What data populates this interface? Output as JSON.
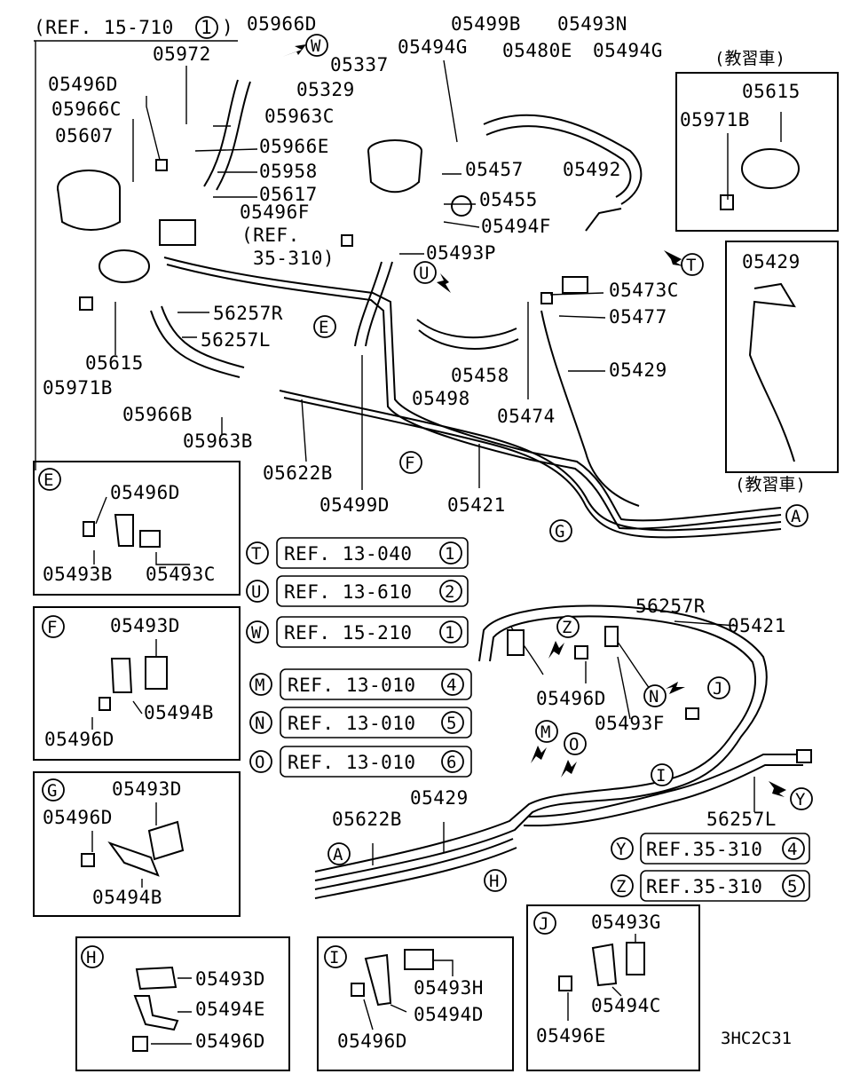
{
  "diagram_code": "3HC2C31",
  "header_ref": {
    "text": "(REF. 15-710",
    "num": "1",
    "close": ")"
  },
  "note_jp": "(教習車)",
  "main_labels": [
    {
      "id": "p05966D_top",
      "text": "05966D"
    },
    {
      "id": "p05972",
      "text": "05972"
    },
    {
      "id": "p05496D_top",
      "text": "05496D"
    },
    {
      "id": "p05966C",
      "text": "05966C"
    },
    {
      "id": "p05607",
      "text": "05607"
    },
    {
      "id": "p05963C",
      "text": "05963C"
    },
    {
      "id": "p05966E",
      "text": "05966E"
    },
    {
      "id": "p05958",
      "text": "05958"
    },
    {
      "id": "p05617",
      "text": "05617"
    },
    {
      "id": "p05496F",
      "text": "05496F"
    },
    {
      "id": "p_ref35310_a",
      "text": "(REF."
    },
    {
      "id": "p_ref35310_b",
      "text": "35-310)"
    },
    {
      "id": "p05337",
      "text": "05337"
    },
    {
      "id": "p05329",
      "text": "05329"
    },
    {
      "id": "p05494G_a",
      "text": "05494G"
    },
    {
      "id": "p05499B",
      "text": "05499B"
    },
    {
      "id": "p05493N",
      "text": "05493N"
    },
    {
      "id": "p05480E",
      "text": "05480E"
    },
    {
      "id": "p05494G_b",
      "text": "05494G"
    },
    {
      "id": "p05457",
      "text": "05457"
    },
    {
      "id": "p05455",
      "text": "05455"
    },
    {
      "id": "p05494F",
      "text": "05494F"
    },
    {
      "id": "p05493P",
      "text": "05493P"
    },
    {
      "id": "p05492",
      "text": "05492"
    },
    {
      "id": "p05473C",
      "text": "05473C"
    },
    {
      "id": "p05477",
      "text": "05477"
    },
    {
      "id": "p05429_main",
      "text": "05429"
    },
    {
      "id": "p56257R_top",
      "text": "56257R"
    },
    {
      "id": "p56257L_top",
      "text": "56257L"
    },
    {
      "id": "p05615_left",
      "text": "05615"
    },
    {
      "id": "p05971B_left",
      "text": "05971B"
    },
    {
      "id": "p05966B",
      "text": "05966B"
    },
    {
      "id": "p05963B",
      "text": "05963B"
    },
    {
      "id": "p05622B_top",
      "text": "05622B"
    },
    {
      "id": "p05499D",
      "text": "05499D"
    },
    {
      "id": "p05421_top",
      "text": "05421"
    },
    {
      "id": "p05458",
      "text": "05458"
    },
    {
      "id": "p05498",
      "text": "05498"
    },
    {
      "id": "p05474",
      "text": "05474"
    },
    {
      "id": "p05615_right",
      "text": "05615"
    },
    {
      "id": "p05971B_right",
      "text": "05971B"
    },
    {
      "id": "p05429_right",
      "text": "05429"
    },
    {
      "id": "p56257R_low",
      "text": "56257R"
    },
    {
      "id": "p05421_low",
      "text": "05421"
    },
    {
      "id": "p05496D_low",
      "text": "05496D"
    },
    {
      "id": "p05493F",
      "text": "05493F"
    },
    {
      "id": "p05429_low",
      "text": "05429"
    },
    {
      "id": "p05622B_low",
      "text": "05622B"
    },
    {
      "id": "p56257L_low",
      "text": "56257L"
    }
  ],
  "callouts": [
    "A",
    "E",
    "F",
    "G",
    "H",
    "I",
    "J",
    "M",
    "N",
    "O",
    "T",
    "U",
    "W",
    "Y",
    "Z"
  ],
  "references": [
    {
      "key": "T",
      "text": "REF. 13-040",
      "num": "1"
    },
    {
      "key": "U",
      "text": "REF. 13-610",
      "num": "2"
    },
    {
      "key": "W",
      "text": "REF. 15-210",
      "num": "1"
    },
    {
      "key": "M",
      "text": "REF. 13-010",
      "num": "4"
    },
    {
      "key": "N",
      "text": "REF. 13-010",
      "num": "5"
    },
    {
      "key": "O",
      "text": "REF. 13-010",
      "num": "6"
    },
    {
      "key": "Y",
      "text": "REF.35-310",
      "num": "4"
    },
    {
      "key": "Z",
      "text": "REF.35-310",
      "num": "5"
    }
  ],
  "detail_boxes": [
    {
      "key": "E",
      "parts": [
        "05496D",
        "05493B",
        "05493C"
      ]
    },
    {
      "key": "F",
      "parts": [
        "05493D",
        "05494B",
        "05496D"
      ]
    },
    {
      "key": "G",
      "parts": [
        "05493D",
        "05496D",
        "05494B"
      ]
    },
    {
      "key": "H",
      "parts": [
        "05493D",
        "05494E",
        "05496D"
      ]
    },
    {
      "key": "I",
      "parts": [
        "05493H",
        "05494D",
        "05496D"
      ]
    },
    {
      "key": "J",
      "parts": [
        "05493G",
        "05494C",
        "05496E"
      ]
    }
  ]
}
